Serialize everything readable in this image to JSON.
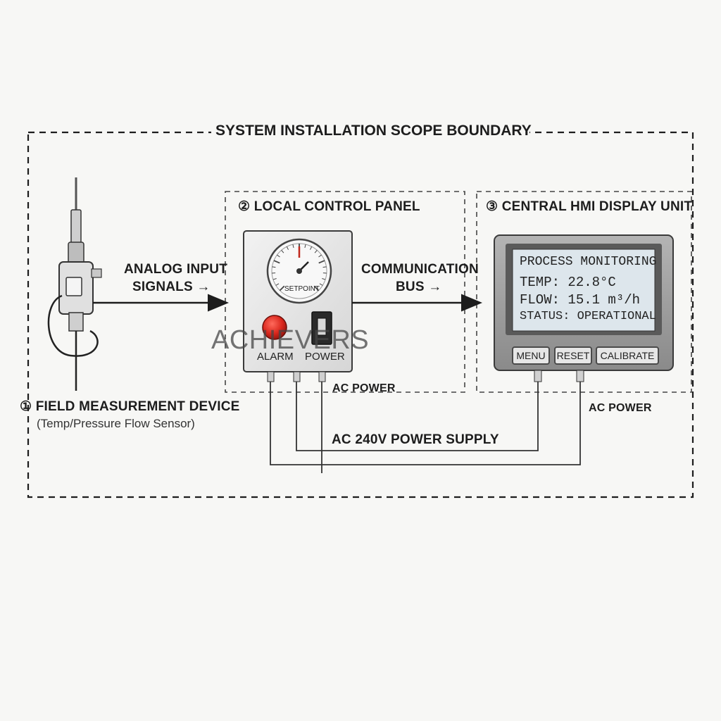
{
  "boundary": {
    "title": "SYSTEM INSTALLATION SCOPE BOUNDARY"
  },
  "field_device": {
    "title": "① FIELD MEASUREMENT DEVICE",
    "subtitle": "(Temp/Pressure Flow Sensor)"
  },
  "analog_signal": {
    "line1": "ANALOG INPUT",
    "line2": "SIGNALS →"
  },
  "control_panel": {
    "title": "② LOCAL CONTROL PANEL",
    "gauge_label": "SETPOINT",
    "alarm_label": "ALARM",
    "power_label": "POWER",
    "ac_power": "AC POWER"
  },
  "comm_bus": {
    "line1": "COMMUNICATION",
    "line2": "BUS →"
  },
  "hmi": {
    "title": "③ CENTRAL HMI DISPLAY UNIT",
    "screen": {
      "heading": "PROCESS MONITORING",
      "temp": "TEMP: 22.8°C",
      "flow": "FLOW: 15.1 m³/h",
      "status": "STATUS: OPERATIONAL"
    },
    "buttons": {
      "menu": "MENU",
      "reset": "RESET",
      "calibrate": "CALIBRATE"
    },
    "ac_power": "AC POWER"
  },
  "power_supply": {
    "label": "AC 240V POWER SUPPLY"
  },
  "watermark": "ACHIEVERS",
  "colors": {
    "background": "#f7f7f5",
    "line": "#1d1d1d",
    "alarm_red": "#d9261c",
    "gauge_needle": "#c0281c",
    "hmi_screen": "#dde6ec",
    "hmi_frame": "#8b8b8b"
  }
}
